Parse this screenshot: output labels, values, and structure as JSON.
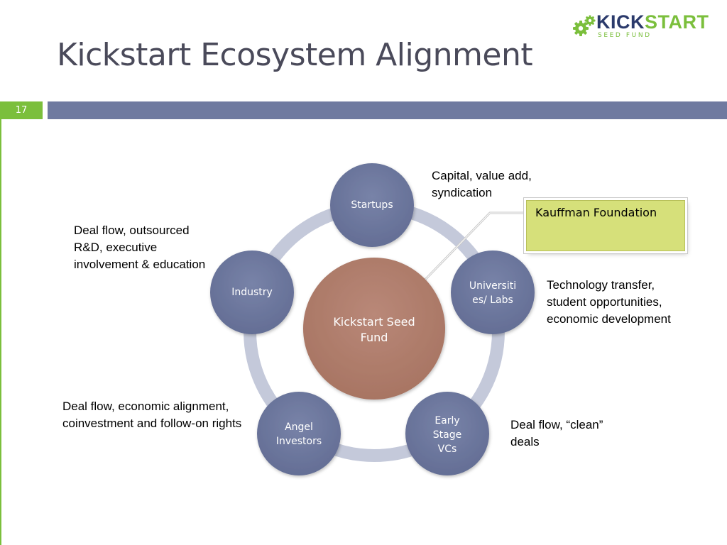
{
  "slide": {
    "title": "Kickstart Ecosystem Alignment",
    "number": "17"
  },
  "logo": {
    "word_part1": "KICK",
    "word_part2": "START",
    "subtitle": "SEED FUND",
    "icon": "gear-icon",
    "colors": {
      "dark": "#2b3a6b",
      "green": "#7bbf3c"
    }
  },
  "diagram": {
    "center": "Kickstart Seed Fund",
    "nodes": {
      "startups": "Startups",
      "universities": "Universiti es/ Labs",
      "vcs": "Early Stage VCs",
      "angels": "Angel Investors",
      "industry": "Industry"
    },
    "annotations": {
      "startups": "Capital, value add, syndication",
      "universities": "Technology transfer, student opportunities, economic development",
      "vcs": "Deal flow, “clean” deals",
      "angels": "Deal flow, economic alignment, coinvestment and follow-on rights",
      "industry": "Deal flow, outsourced R&D, executive involvement & education"
    },
    "callout": "Kauffman Foundation",
    "colors": {
      "node": "#6f7aa0",
      "center": "#b07d6c",
      "ring": "#c4c9da",
      "callout": "#d6e07a",
      "accent": "#7bbf3c"
    }
  }
}
